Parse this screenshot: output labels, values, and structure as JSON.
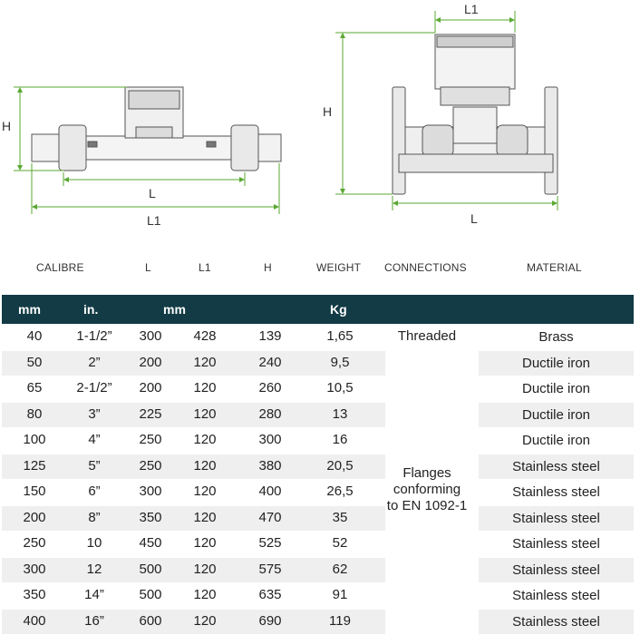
{
  "drawing": {
    "labels": {
      "left_h": "H",
      "left_l": "L",
      "left_l1": "L1",
      "right_l1": "L1",
      "right_h": "H",
      "right_l": "L"
    },
    "accent_color": "#5aa832"
  },
  "headers": [
    "CALIBRE",
    "L",
    "L1",
    "H",
    "WEIGHT",
    "CONNECTIONS",
    "MATERIAL"
  ],
  "units": [
    "mm",
    "in.",
    "mm",
    "Kg"
  ],
  "connections": {
    "threaded": "Threaded",
    "flanges": [
      "Flanges",
      "conforming",
      "to EN 1092-1"
    ]
  },
  "rows": [
    {
      "mm": "40",
      "in": "1-1/2”",
      "l": "300",
      "l1": "428",
      "h": "139",
      "kg": "1,65",
      "material": "Brass"
    },
    {
      "mm": "50",
      "in": "2”",
      "l": "200",
      "l1": "120",
      "h": "240",
      "kg": "9,5",
      "material": "Ductile iron"
    },
    {
      "mm": "65",
      "in": "2-1/2”",
      "l": "200",
      "l1": "120",
      "h": "260",
      "kg": "10,5",
      "material": "Ductile iron"
    },
    {
      "mm": "80",
      "in": "3”",
      "l": "225",
      "l1": "120",
      "h": "280",
      "kg": "13",
      "material": "Ductile iron"
    },
    {
      "mm": "100",
      "in": "4”",
      "l": "250",
      "l1": "120",
      "h": "300",
      "kg": "16",
      "material": "Ductile iron"
    },
    {
      "mm": "125",
      "in": "5”",
      "l": "250",
      "l1": "120",
      "h": "380",
      "kg": "20,5",
      "material": "Stainless steel"
    },
    {
      "mm": "150",
      "in": "6”",
      "l": "300",
      "l1": "120",
      "h": "400",
      "kg": "26,5",
      "material": "Stainless steel"
    },
    {
      "mm": "200",
      "in": "8”",
      "l": "350",
      "l1": "120",
      "h": "470",
      "kg": "35",
      "material": "Stainless steel"
    },
    {
      "mm": "250",
      "in": "10",
      "l": "450",
      "l1": "120",
      "h": "525",
      "kg": "52",
      "material": "Stainless steel"
    },
    {
      "mm": "300",
      "in": "12",
      "l": "500",
      "l1": "120",
      "h": "575",
      "kg": "62",
      "material": "Stainless steel"
    },
    {
      "mm": "350",
      "in": "14”",
      "l": "500",
      "l1": "120",
      "h": "635",
      "kg": "91",
      "material": "Stainless steel"
    },
    {
      "mm": "400",
      "in": "16”",
      "l": "600",
      "l1": "120",
      "h": "690",
      "kg": "119",
      "material": "Stainless steel"
    }
  ]
}
